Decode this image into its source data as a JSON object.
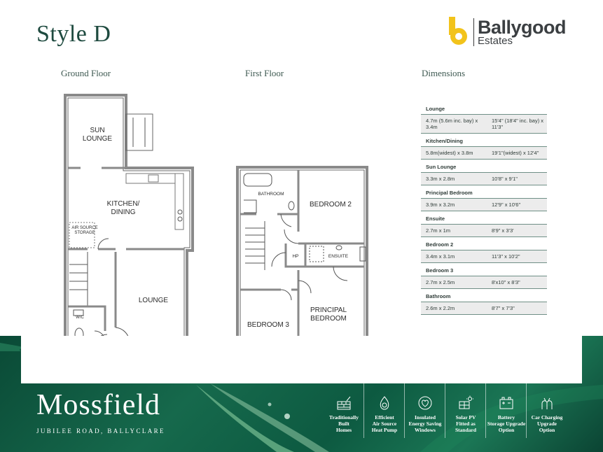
{
  "header": {
    "title": "Style D",
    "logo": {
      "name": "Ballygood",
      "sub": "Estates",
      "mark_color": "#f2c31b"
    }
  },
  "sections": {
    "ground": "Ground Floor",
    "first": "First Floor",
    "dimensions": "Dimensions"
  },
  "ground_floor": {
    "sun_lounge": [
      "SUN",
      "LOUNGE"
    ],
    "kitchen": [
      "KITCHEN/",
      "DINING"
    ],
    "storage": [
      "AIR SOURCE",
      "STORAGE"
    ],
    "lounge": "LOUNGE",
    "wc": "W/C"
  },
  "first_floor": {
    "bathroom": "BATHROOM",
    "bedroom2": "BEDROOM 2",
    "hp": "HP",
    "ensuite": "ENSUITE",
    "principal": [
      "PRINCIPAL",
      "BEDROOM"
    ],
    "bedroom3": "BEDROOM 3"
  },
  "dimensions": [
    {
      "room": "Lounge",
      "metric": "4.7m (5.6m inc. bay) x 3.4m",
      "imperial": "15'4\" (18'4\" inc. bay) x 11'3\""
    },
    {
      "room": "Kitchen/Dining",
      "metric": "5.8m(widest) x 3.8m",
      "imperial": "19'1\"(widest) x 12'4\""
    },
    {
      "room": "Sun Lounge",
      "metric": "3.3m x 2.8m",
      "imperial": "10'8\" x 9'1\""
    },
    {
      "room": "Principal Bedroom",
      "metric": "3.9m x 3.2m",
      "imperial": "12'9\" x 10'6\""
    },
    {
      "room": "Ensuite",
      "metric": "2.7m x 1m",
      "imperial": "8'9\" x 3'3'"
    },
    {
      "room": "Bedroom 2",
      "metric": "3.4m x 3.1m",
      "imperial": "11'3\" x 10'2\""
    },
    {
      "room": "Bedroom 3",
      "metric": "2.7m x 2.5m",
      "imperial": "8'x10\" x 8'3\""
    },
    {
      "room": "Bathroom",
      "metric": "2.6m x 2.2m",
      "imperial": "8'7\" x 7'3\""
    }
  ],
  "footer": {
    "development": "Mossfield",
    "address": "JUBILEE ROAD, BALLYCLARE",
    "features": [
      {
        "icon": "brick-wall-icon",
        "label": [
          "Traditionally",
          "Built",
          "Homes"
        ]
      },
      {
        "icon": "heat-pump-icon",
        "label": [
          "Efficient",
          "Air Source",
          "Heat Pump"
        ]
      },
      {
        "icon": "leaf-heart-icon",
        "label": [
          "Insulated",
          "Energy Saving",
          "Windows"
        ]
      },
      {
        "icon": "solar-panel-icon",
        "label": [
          "Solar PV",
          "Fitted as",
          "Standard"
        ]
      },
      {
        "icon": "battery-icon",
        "label": [
          "Battery",
          "Storage Upgrade",
          "Option"
        ]
      },
      {
        "icon": "car-charging-icon",
        "label": [
          "Car Charging",
          "Upgrade",
          "Option"
        ]
      }
    ]
  }
}
